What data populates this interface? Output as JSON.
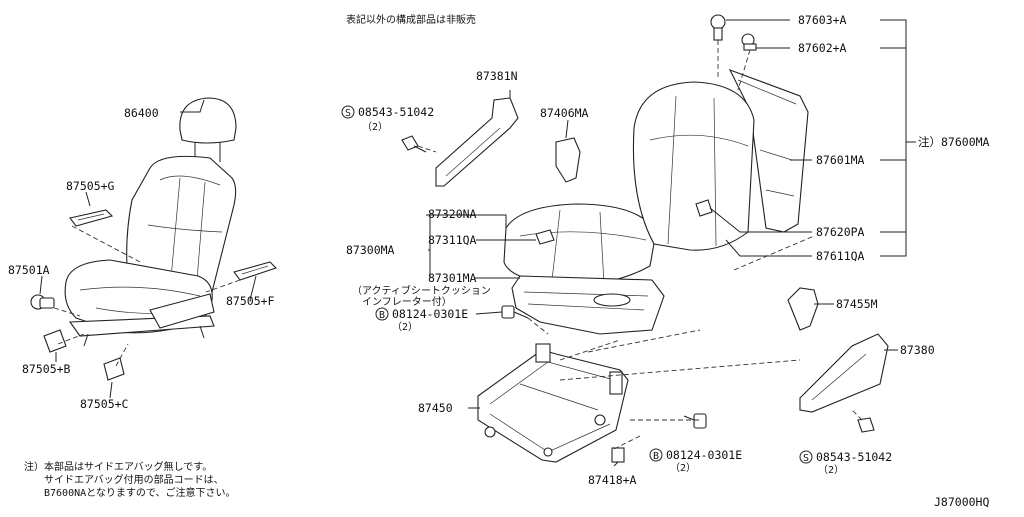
{
  "header_note": "表記以外の構成部品は非販売",
  "footnote": {
    "line1": "注）本部品はサイドエアバッグ無しです。",
    "line2": "サイドエアバッグ付用の部品コードは、",
    "line3": "B7600NAとなりますので、ご注意下さい。"
  },
  "diagram_code": "J87000HQ",
  "bracket_note": "注）87600MA",
  "parts": {
    "p86400": "86400",
    "p87505G": "87505+G",
    "p87501A": "87501A",
    "p87505F": "87505+F",
    "p87505B": "87505+B",
    "p87505C": "87505+C",
    "p87381N": "87381N",
    "p87406MA": "87406MA",
    "p87320NA": "87320NA",
    "p87300MA": "87300MA",
    "p87311QA": "87311QA",
    "p87301MA": "87301MA",
    "p87301MA_note1": "（アクティブシートクッション",
    "p87301MA_note2": "インフレーター付）",
    "p87450": "87450",
    "p87418A": "87418+A",
    "p87603A": "87603+A",
    "p87602A": "87602+A",
    "p87601MA": "87601MA",
    "p87620PA": "87620PA",
    "p87611QA": "87611QA",
    "p87455M": "87455M",
    "p87380": "87380"
  },
  "fasteners": {
    "f1": {
      "symbol": "S",
      "code": "08543-51042",
      "qty": "（2）"
    },
    "f2": {
      "symbol": "B",
      "code": "08124-0301E",
      "qty": "（2）"
    },
    "f3": {
      "symbol": "B",
      "code": "08124-0301E",
      "qty": "（2）"
    },
    "f4": {
      "symbol": "S",
      "code": "08543-51042",
      "qty": "（2）"
    }
  }
}
